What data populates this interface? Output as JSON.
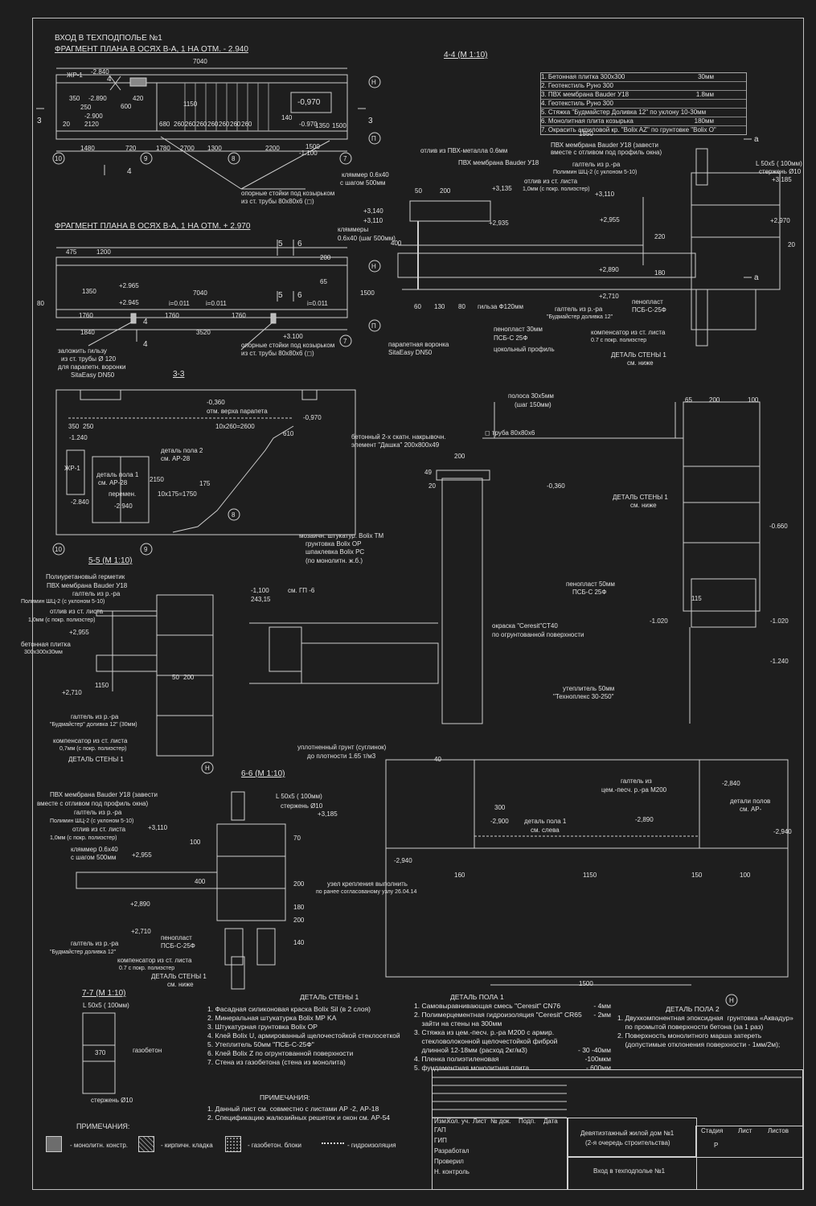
{
  "sheet": {
    "main_title": "ВХОД В ТЕХПОДПОЛЬЕ №1",
    "plan1_title": "ФРАГМЕНТ ПЛАНА В ОСЯХ В-А, 1 НА ОТМ. - 2.940",
    "plan2_title": "ФРАГМЕНТ ПЛАНА В ОСЯХ В-А, 1 НА ОТМ. + 2.970",
    "section_44_title": "4-4 (М 1:10)",
    "section_33_title": "3-3",
    "section_55_title": "5-5 (М 1:10)",
    "section_66_title": "6-6 (М 1:10)",
    "section_77_title": "7-7 (М 1:10)"
  },
  "plan1": {
    "labels": [
      "7040",
      "ЖР-1",
      "-2.840",
      "-2.890",
      "-2.900",
      "350",
      "250",
      "420",
      "2120",
      "20",
      "600",
      "1150",
      "680",
      "260",
      "260",
      "260",
      "260",
      "260",
      "260",
      "260",
      "140",
      "1350",
      "1500",
      "-0,970",
      "-0.970",
      "1480",
      "720",
      "2700",
      "2200",
      "1500",
      "-1.100",
      "1300",
      "1780",
      "10",
      "9",
      "8",
      "7",
      "Н",
      "П",
      "3",
      "3",
      "4",
      "4"
    ],
    "callout": [
      "опорные стойки под козырьком",
      "из ст. трубы 80х80х6 (◻)"
    ]
  },
  "plan2": {
    "labels": [
      "475",
      "1200",
      "7040",
      "200",
      "65",
      "+2.965",
      "+2.945",
      "i=0.011",
      "i=0.011",
      "i=0.011",
      "80",
      "1350",
      "1500",
      "1760",
      "1760",
      "1760",
      "1840",
      "3520",
      "+3.100",
      "5",
      "5",
      "6",
      "6",
      "4",
      "4",
      "Н",
      "П",
      "7"
    ],
    "callout_left": [
      "заложить гильзу",
      "из ст. трубы Ø 120",
      "для парапетн. воронки",
      "SitaEasy DN50"
    ],
    "callout_right": [
      "опорные стойки под козырьком",
      "из ст. трубы 80х80х6 (◻)"
    ]
  },
  "section44": {
    "layers": [
      {
        "name": "1. Бетонная плитка 300х300",
        "value": "30мм"
      },
      {
        "name": "2. Геотекстиль Руно 300",
        "value": ""
      },
      {
        "name": "3. ПВХ мембрана Bauder У18",
        "value": "1.8мм"
      },
      {
        "name": "4. Геотекстиль Руно 300",
        "value": ""
      },
      {
        "name": "5. Стяжка \"Будмайстер Доливка 12\" по уклону 10-30мм",
        "value": ""
      },
      {
        "name": "6. Монолитная плита козырька",
        "value": "180мм"
      },
      {
        "name": "7. Окрасить акриловой кр. \"Bolix AZ\" по грунтовке \"Bolix O\"",
        "value": ""
      }
    ],
    "labels": [
      "отлив из ПВХ-металла 0.6мм",
      "ПВХ мембрана Bauder У18",
      "ПВХ мембрана Bauder У18 (завести",
      "вместе с отливом под профиль окна)",
      "галтель из р.-ра",
      "Полимин ШЦ-2 (с уклоном 5-10)",
      "отлив из ст. листа",
      "1,0мм (с покр. полиэстер)",
      "кляммер 0.6х40",
      "с шагом 500мм",
      "кляммеры",
      "0.6х40 (шаг 500мм)",
      "+3,135",
      "+3,140",
      "+3,110",
      "+2,935",
      "+3,110",
      "+2,955",
      "+2,890",
      "+2,710",
      "+2,970",
      "+3,185",
      "1550",
      "200",
      "50",
      "400",
      "60",
      "130",
      "80",
      "180",
      "220",
      "20",
      "гильза Ф120мм",
      "пенопласт 30мм",
      "ПСБ-С 25Ф",
      "цокольный профиль",
      "парапетная воронка",
      "SitaEasy DN50",
      "галтель из р.-ра",
      "\"Будмайстер доливка 12\"",
      "пенопласт",
      "ПСБ-С-25Ф",
      "компенсатор из ст. листа",
      "0.7 с покр. полиэстер",
      "ДЕТАЛЬ СТЕНЫ 1",
      "см. ниже",
      "L 50х5 ( 100мм)",
      "стержень Ø10",
      "а",
      "а"
    ]
  },
  "section33": {
    "labels": [
      "-0,360",
      "отм. верха парапета",
      "-0,970",
      "10х260=2600",
      "350",
      "250",
      "-1.240",
      "ЖР-1",
      "деталь пола 2",
      "см. АР-28",
      "деталь пола 1",
      "см. АР-28",
      "перемен.",
      "-2.840",
      "-2.940",
      "175",
      "2150",
      "10х175=1750",
      "610",
      "10",
      "9",
      "8"
    ]
  },
  "centerDetail": {
    "labels": [
      "полоса 30х5мм",
      "(шаг 150мм)",
      "бетонный  2-х скатн. накрывочн.",
      "элемент \"Дашка\" 200х800х49",
      "◻ труба 80х80х6",
      "-0,360",
      "20",
      "49",
      "200",
      "мозаичн. штукатур. Bolix TM",
      "грунтовка Bolix OP",
      "шпаклевка Bolix PC",
      "(по монолитн. ж.б.)",
      "-1,100",
      "243,15",
      "см. ГП -6",
      "окраска \"Ceresit\"CT40",
      "по огрунтованной поверхности",
      "уплотненный грунт (суглинок)",
      "до плотности 1.65 т/м3"
    ]
  },
  "rightWall": {
    "labels": [
      "65",
      "200",
      "100",
      "ДЕТАЛЬ СТЕНЫ 1",
      "см. ниже",
      "-0.660",
      "пенопласт 50мм",
      "ПСБ-С 25Ф",
      "-1.020",
      "-1.020",
      "115",
      "-1.240",
      "утеплитель 50мм",
      "\"Техноплекс 30-250\""
    ]
  },
  "section55": {
    "labels": [
      "Полиуретановый герметик",
      "ПВХ мембрана Bauder У18",
      "галтель из р.-ра",
      "Полимин ШЦ-2 (с уклоном 5-10)",
      "отлив из ст. листа",
      "1,0мм (с покр. полиэстер)",
      "+2,955",
      "бетонная плитка",
      "300х300х30мм",
      "+2,710",
      "1150",
      "50",
      "200",
      "галтель из р.-ра",
      "\"Будмайстер\" доливка 12\" (30мм)",
      "компенсатор  из ст. листа",
      "0,7мм (с покр. полиэстер)",
      "ДЕТАЛЬ СТЕНЫ 1",
      "Н"
    ]
  },
  "section66": {
    "labels": [
      "ПВХ мембрана Bauder У18 (завести",
      "вместе с отливом под профиль окна)",
      "галтель из р.-ра",
      "Полимин ШЦ-2 (с уклоном 5-10)",
      "отлив из ст. листа",
      "1,0мм (с покр. полиэстер)",
      "+3,110",
      "L 50х5 ( 100мм)",
      "стержень Ø10",
      "+3,185",
      "кляммер 0.6х40",
      "с шагом 500мм",
      "+2,955",
      "+2,890",
      "+2,710",
      "70",
      "200",
      "180",
      "200",
      "140",
      "100",
      "400",
      "галтель из р.-ра",
      "\"Будмайстер доливка 12\"",
      "пенопласт",
      "ПСБ-С-25Ф",
      "компенсатор из ст. листа",
      "0.7 с покр. полиэстер",
      "ДЕТАЛЬ СТЕНЫ 1",
      "см. ниже",
      "узел крепления выполнить",
      "по ранее согласованому узлу 26.04.14"
    ]
  },
  "floorDetail": {
    "labels": [
      "40",
      "-2,900",
      "деталь пола 1",
      "см. слева",
      "300",
      "галтель из",
      "цем.-песч. р.-ра М200",
      "-2,840",
      "-2,890",
      "детали полов",
      "см. АР-",
      "-2,940",
      "-2,940",
      "160",
      "1150",
      "150",
      "100",
      "1500",
      "Н"
    ]
  },
  "section77": {
    "labels": [
      "L 50х5 ( 100мм)",
      "газобетон",
      "370",
      "стержень Ø10"
    ]
  },
  "wallDetail": {
    "title": "ДЕТАЛЬ СТЕНЫ 1",
    "items": [
      "1. Фасадная силиконовая краска Bolix Sil  (в 2 слоя)",
      "2. Минеральная штукатурка Bolix MP KA",
      "3. Штукатурная грунтовка Bolix OP",
      "4. Клей  Bolix U, армированный щелочестойкой стеклосеткой",
      "5. Утеплитель 50мм  \"ПСБ-С-25Ф\"",
      "6. Клей Bolix Z по огрунтованной поверхности",
      "7. Стена из газобетона (стена из монолита)"
    ]
  },
  "floorDetail1": {
    "title": "ДЕТАЛЬ ПОЛА 1",
    "items": [
      {
        "text": "1. Самовыравнивающая смесь \"Ceresit\" CN76",
        "value": "- 4мм"
      },
      {
        "text": "2. Полимерцементная гидроизоляция \"Ceresit\" CR65",
        "value": "- 2мм"
      },
      {
        "text": "    зайти на стены на 300мм",
        "value": ""
      },
      {
        "text": "3. Стяжка из цем.-песч. р.-ра М200 с армир.",
        "value": ""
      },
      {
        "text": "    стекловолоконной щелочестойкой фиброй",
        "value": ""
      },
      {
        "text": "    длинной 12-18мм (расход 2кг/м3)",
        "value": "- 30 -40мм"
      },
      {
        "text": "4. Пленка полиэтиленовая",
        "value": "-100мкм"
      },
      {
        "text": "5. фундаментная монолитная плита",
        "value": "- 600мм"
      }
    ]
  },
  "floorDetail2": {
    "title": "ДЕТАЛЬ ПОЛА 2",
    "items": [
      "1. Двухкомпонентная эпоксидная  грунтовка «Аквадур»",
      "    по промытой поверхности бетона (за 1 раз)",
      "2. Поверхность монолитного марша затереть",
      "    (допустимые отклонения поверхности - 1мм/2м);"
    ]
  },
  "notes": {
    "title": "ПРИМЕЧАНИЯ:",
    "items": [
      "1. Данный лист см.  совместно с листами АР -2, АР-18",
      "2. Спецификацию жалюзийных решеток и окон см. АР-54"
    ]
  },
  "legend": {
    "title": "ПРИМЕЧАНИЯ:",
    "items": [
      {
        "icon": "monolith-hatch-icon",
        "label": "- монолитн. констр."
      },
      {
        "icon": "brick-hatch-icon",
        "label": "- кирпичн. кладка"
      },
      {
        "icon": "aerated-block-hatch-icon",
        "label": "- газобетон. блоки"
      },
      {
        "icon": "waterproofing-line-icon",
        "label": "- гидроизоляция"
      }
    ]
  },
  "titleBlock": {
    "header": [
      "Изм.",
      "Кол. уч.",
      "Лист",
      "№ док.",
      "Подп.",
      "Дата"
    ],
    "roles": [
      "ГАП",
      "ГИП",
      "Разработал",
      "Проверил",
      "Н. контроль"
    ],
    "project": "Девятиэтажный жилой дом №1",
    "project_sub": "(2-я очередь строительства)",
    "sheet_name": "Вход в техподполье №1",
    "stage_label": "Стадия",
    "sheet_label": "Лист",
    "sheets_label": "Листов",
    "stage_value": "Р"
  },
  "colors": {
    "background": "#1e1e1e",
    "lines": "#cfcfcf",
    "text": "#e0e0e0"
  }
}
